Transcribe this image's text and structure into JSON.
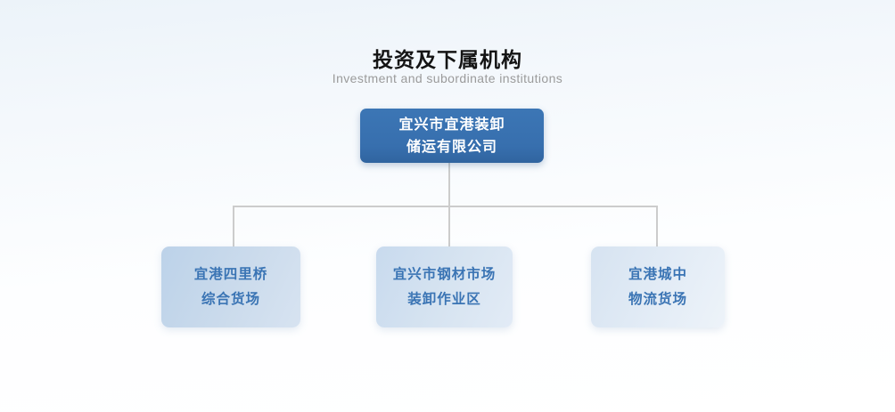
{
  "header": {
    "title": "投资及下属机构",
    "subtitle": "Investment and subordinate institutions"
  },
  "org": {
    "root": {
      "lines": [
        "宜兴市宜港装卸",
        "储运有限公司"
      ]
    },
    "children": [
      {
        "lines": [
          "宜港四里桥",
          "综合货场"
        ]
      },
      {
        "lines": [
          "宜兴市钢材市场",
          "装卸作业区"
        ]
      },
      {
        "lines": [
          "宜港城中",
          "物流货场"
        ]
      }
    ]
  },
  "colors": {
    "root_box_fill": "#3873b2",
    "root_box_text": "#ffffff",
    "child_box_fill_1": "#c4d7ea",
    "child_box_fill_2": "#d0dfef",
    "child_box_fill_3": "#dde8f4",
    "child_box_text": "#3a74b4",
    "connector_line": "#cccccc",
    "title_text": "#141414",
    "subtitle_text": "#9b9b9b",
    "page_background_top": "#ecf3f9",
    "page_background_bottom": "#ffffff"
  }
}
